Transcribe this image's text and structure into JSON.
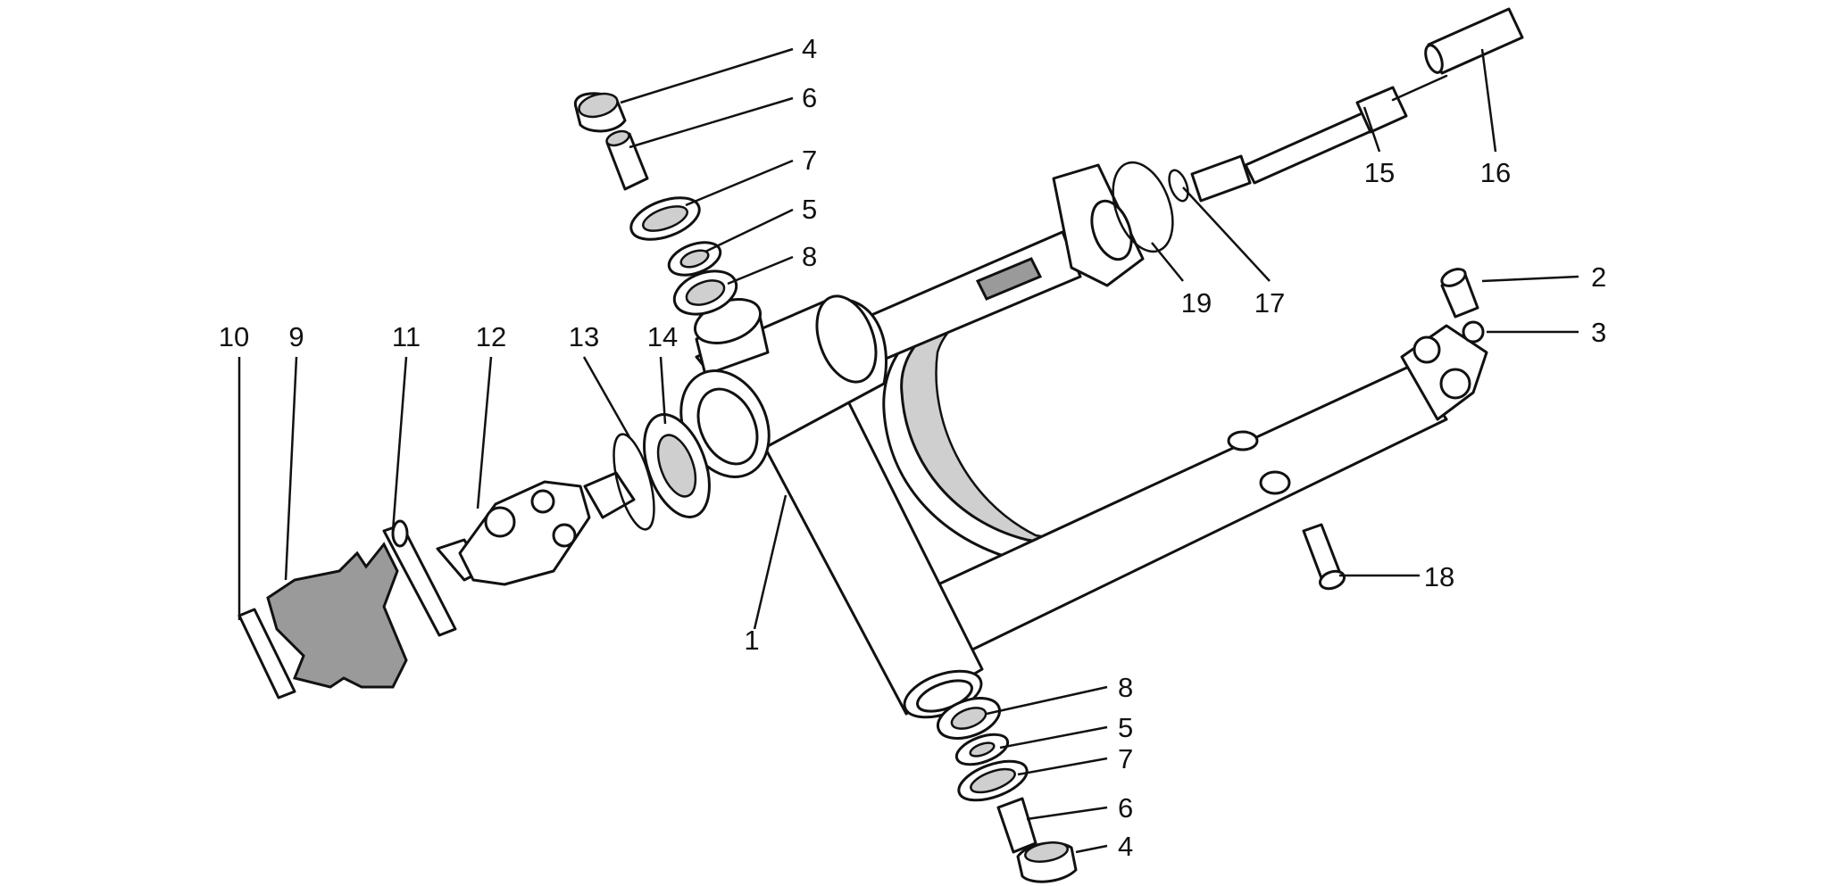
{
  "diagram": {
    "type": "exploded-parts-view",
    "callouts": {
      "c1": "1",
      "c2": "2",
      "c3": "3",
      "c4_top": "4",
      "c4_bottom": "4",
      "c5_top": "5",
      "c5_bottom": "5",
      "c6_top": "6",
      "c6_bottom": "6",
      "c7_top": "7",
      "c7_bottom": "7",
      "c8_top": "8",
      "c8_bottom": "8",
      "c9": "9",
      "c10": "10",
      "c11": "11",
      "c12": "12",
      "c13": "13",
      "c14": "14",
      "c15": "15",
      "c16": "16",
      "c17": "17",
      "c18": "18",
      "c19": "19"
    }
  }
}
